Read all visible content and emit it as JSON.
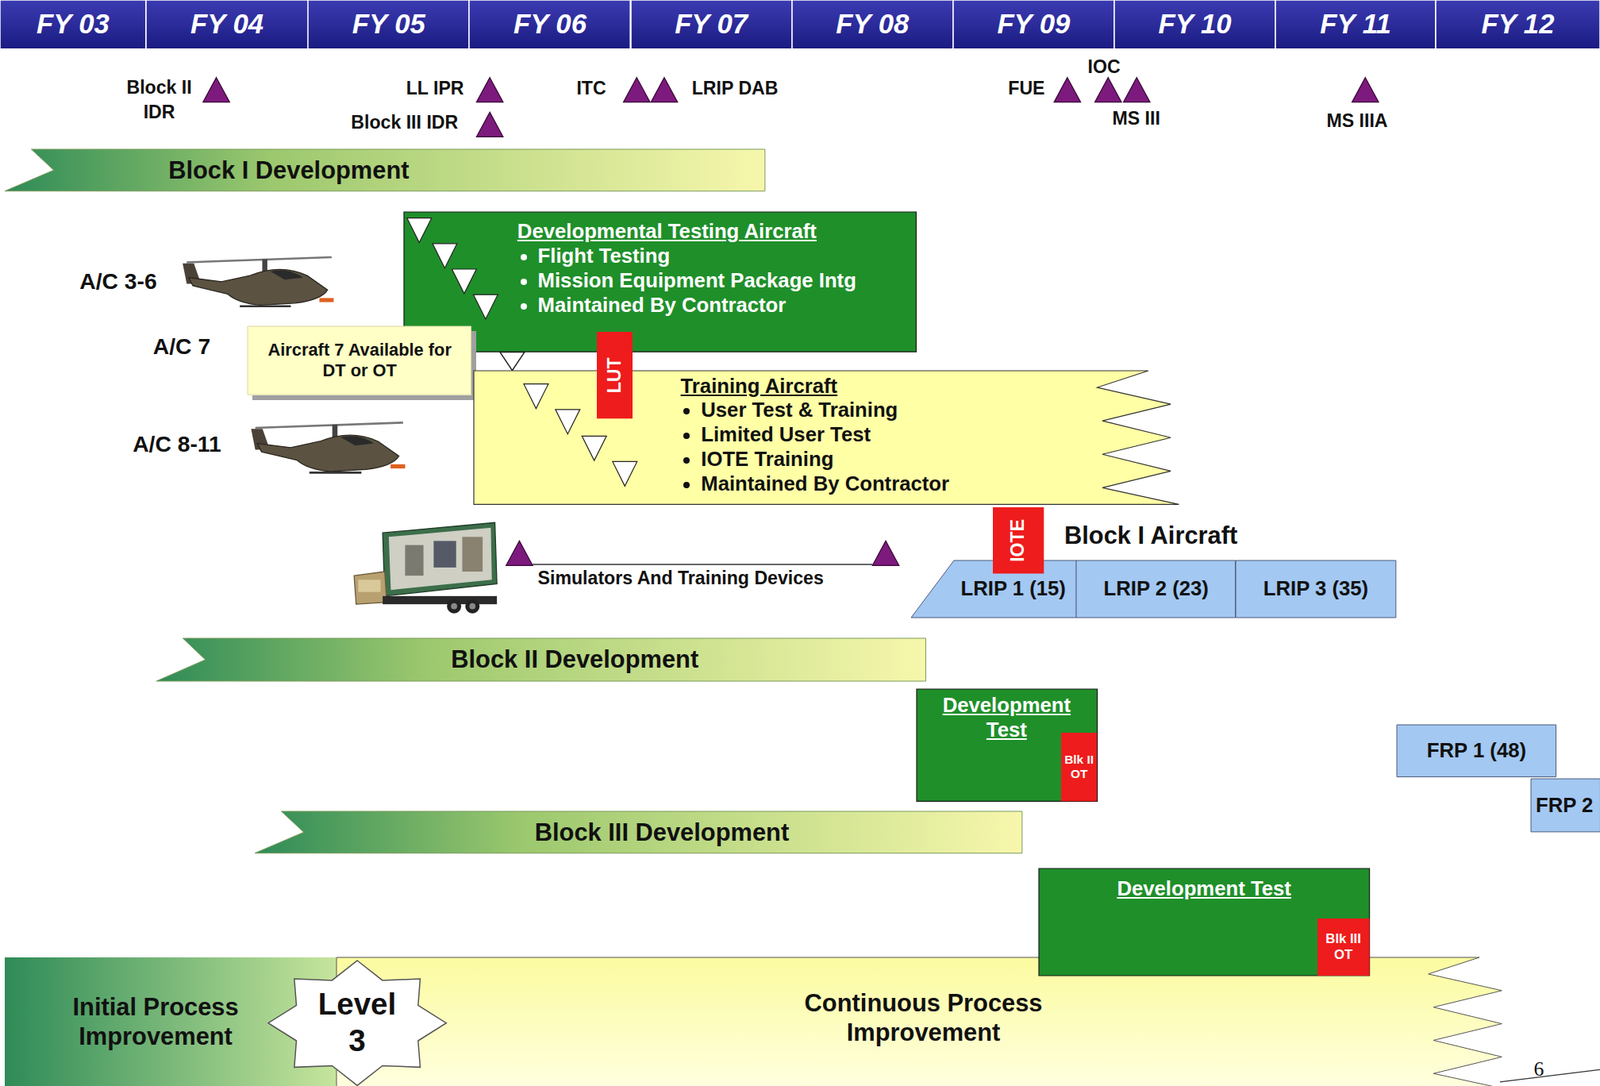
{
  "diagram": {
    "nodes": [
      {
        "text": [
          "FY 03"
        ]
      },
      {
        "text": [
          "FY 04"
        ]
      },
      {
        "text": [
          "FY 05"
        ]
      },
      {
        "text": [
          "FY 06"
        ]
      },
      {
        "text": [
          "FY 07"
        ]
      },
      {
        "text": [
          "FY 08"
        ]
      },
      {
        "text": [
          "FY 09"
        ]
      },
      {
        "text": [
          "FY 10"
        ]
      },
      {
        "text": [
          "FY 11"
        ]
      },
      {
        "text": [
          "FY 12"
        ]
      },
      {
        "text": [
          "Block I Development"
        ]
      },
      {
        "text": [
          "Developmental Testing Aircraft",
          "Flight Testing",
          "Mission Equipment Package Intg",
          "Maintained By Contractor"
        ]
      },
      {
        "text": [
          "Aircraft 7 Available for DT or OT"
        ]
      },
      {
        "text": [
          "LUT"
        ]
      },
      {
        "text": [
          "Training Aircraft",
          "User Test & Training",
          "Limited User Test",
          "IOTE Training",
          "Maintained By Contractor"
        ]
      },
      {
        "text": [
          "IOTE"
        ]
      },
      {
        "text": [
          "LRIP 1 (15)"
        ]
      },
      {
        "text": [
          "LRIP 2 (23)"
        ]
      },
      {
        "text": [
          "LRIP 3 (35)"
        ]
      },
      {
        "text": [
          "Block II Development"
        ]
      },
      {
        "text": [
          "Development Test"
        ]
      },
      {
        "text": [
          "Blk II OT"
        ],
        "in": 20
      },
      {
        "text": [
          "FRP 1 (48)"
        ]
      },
      {
        "text": [
          "FRP 2"
        ]
      },
      {
        "text": [
          "Block III Development"
        ]
      },
      {
        "text": [
          "Development Test"
        ]
      },
      {
        "text": [
          "Blk III OT"
        ],
        "in": 25
      },
      {
        "text": [
          "Initial Process Improvement"
        ]
      },
      {
        "text": [
          "Level 3"
        ]
      },
      {
        "text": [
          "Continuous Process Improvement"
        ]
      }
    ],
    "labels": [
      "Block II IDR",
      "LL IPR",
      "Block III IDR",
      "ITC",
      "LRIP DAB",
      "FUE",
      "IOC",
      "MS III",
      "MS IIIA",
      "A/C 3-6",
      "A/C 7",
      "A/C 8-11",
      "Block I Aircraft",
      "Simulators And Training Devices",
      "6"
    ]
  }
}
